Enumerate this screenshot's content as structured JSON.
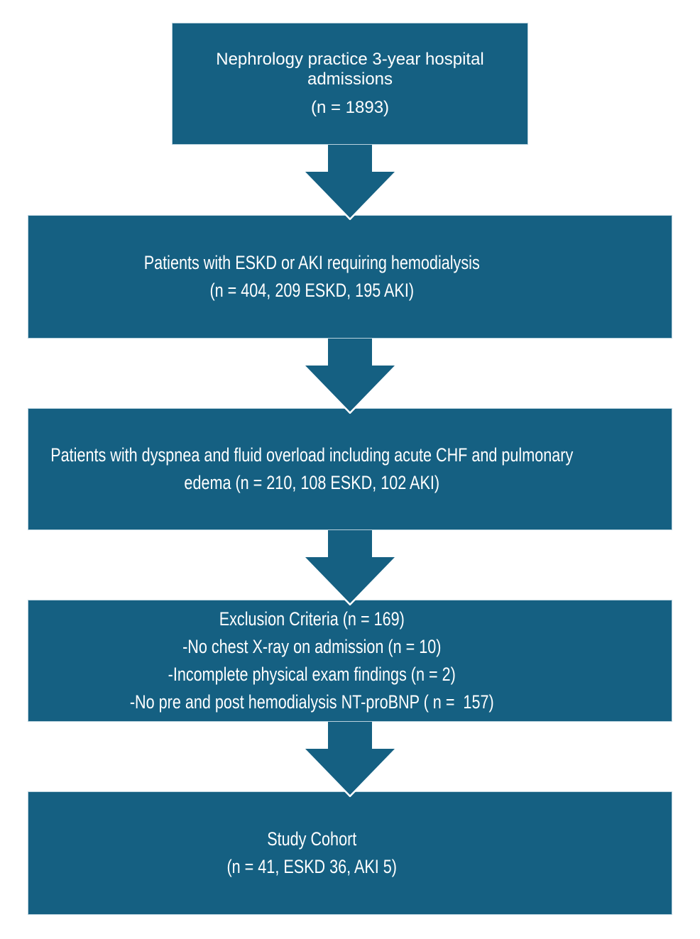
{
  "diagram_type": "flowchart",
  "orientation": "top-down",
  "colors": {
    "background": "#ffffff",
    "box_fill": "#156082",
    "box_outline": "#b9d2de",
    "arrow_fill": "#156082",
    "text": "#ffffff"
  },
  "nodes": [
    {
      "id": "hospital-admissions",
      "lines": [
        "Nephrology practice 3-year hospital admissions",
        "(n = 1893)"
      ]
    },
    {
      "id": "hemodialysis-patients",
      "lines": [
        "Patients with ESKD or AKI requiring hemodialysis",
        "(n = 404, 209 ESKD, 195 AKI)"
      ]
    },
    {
      "id": "dyspnea-fluid-overload",
      "lines": [
        "Patients with dyspnea and fluid overload including acute CHF and pulmonary",
        "edema (n = 210, 108 ESKD, 102 AKI)"
      ]
    },
    {
      "id": "exclusion-criteria",
      "lines": [
        "Exclusion Criteria (n = 169)",
        "-No chest X-ray on admission (n = 10)",
        "-Incomplete physical exam findings (n = 2)",
        "-No pre and post hemodialysis NT-proBNP ( n =  157)"
      ]
    },
    {
      "id": "study-cohort",
      "lines": [
        "Study Cohort",
        "(n = 41, ESKD 36, AKI 5)"
      ]
    }
  ],
  "connections": [
    {
      "from": "hospital-admissions",
      "to": "hemodialysis-patients",
      "type": "block-arrow-down"
    },
    {
      "from": "hemodialysis-patients",
      "to": "dyspnea-fluid-overload",
      "type": "block-arrow-down"
    },
    {
      "from": "dyspnea-fluid-overload",
      "to": "exclusion-criteria",
      "type": "block-arrow-down"
    },
    {
      "from": "exclusion-criteria",
      "to": "study-cohort",
      "type": "block-arrow-down"
    }
  ]
}
